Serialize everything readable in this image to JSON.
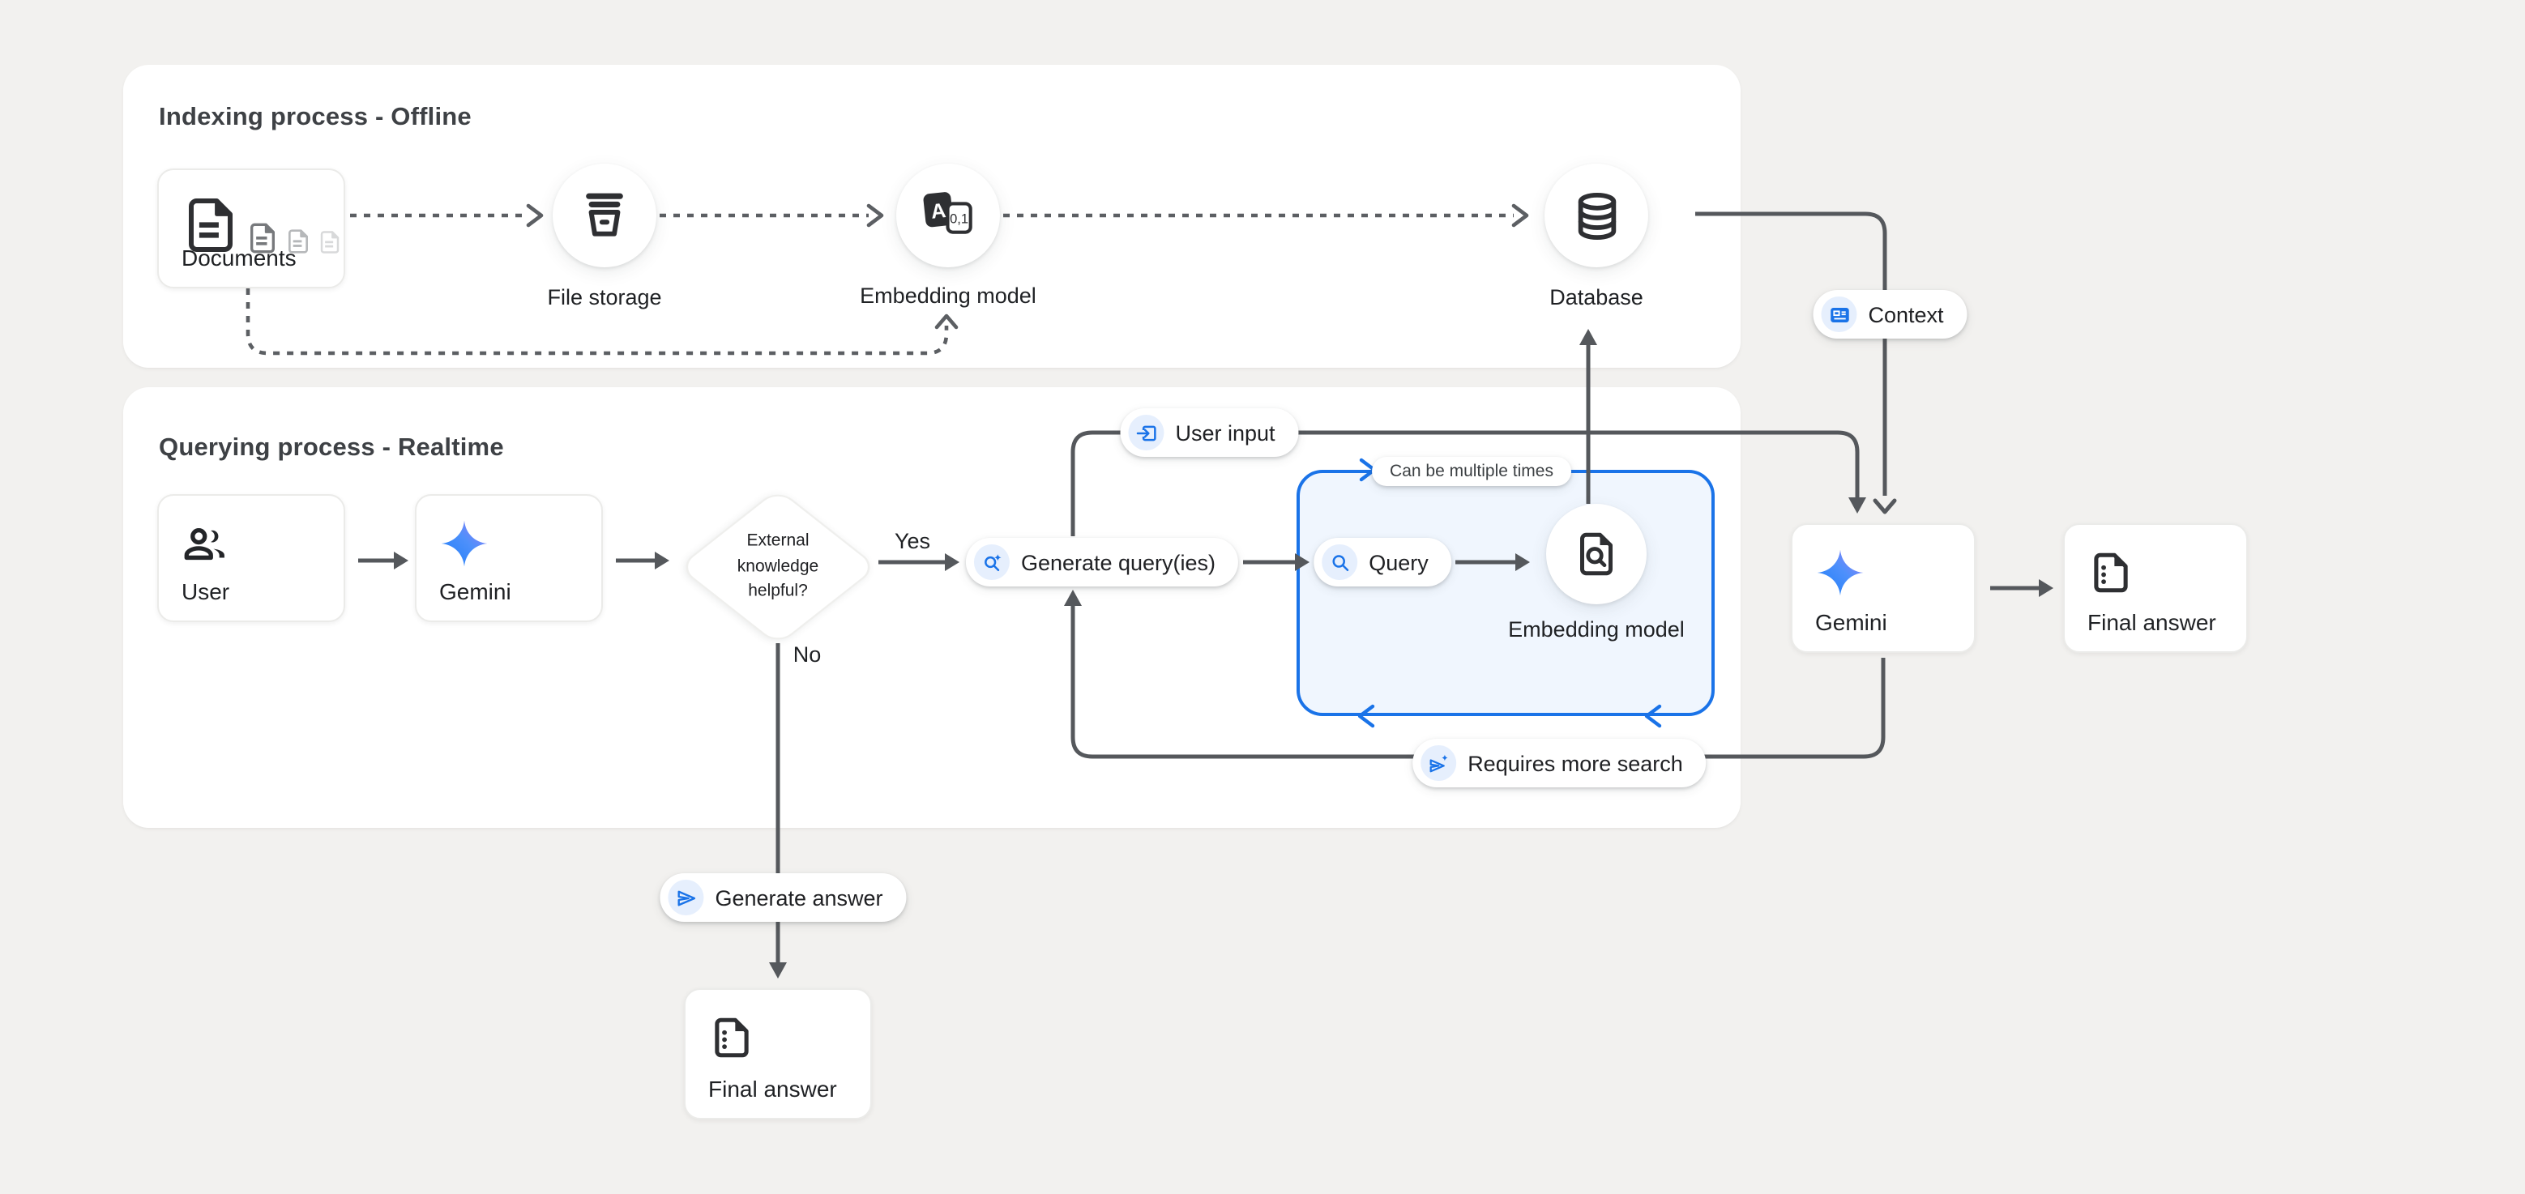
{
  "colors": {
    "background": "#f2f1ef",
    "panel": "#ffffff",
    "accent_blue": "#1a73e8",
    "blue_box_fill": "#f0f6fe",
    "icon_chip_bg": "#e6effd",
    "line_dark": "#55585c",
    "line_dashed": "#5c5f63",
    "text_primary": "#1f2124",
    "text_heading": "#3e4145"
  },
  "icons": {
    "documents": "document-stack",
    "file_storage": "storage-bucket",
    "embedding_model_top": "letter-a-to-numbers",
    "database": "database-cylinder",
    "user": "people-group",
    "gemini": "gemini-sparkle",
    "generate_queries": "search-sparkle",
    "query": "search-magnifier",
    "user_input": "input-arrow-box",
    "context": "article-card",
    "requires_more_search": "send-sparkle",
    "generate_answer": "send-plane",
    "loop_embedding_model": "document-search",
    "final_answer": "summarize-document"
  },
  "indexing": {
    "title": "Indexing process - Offline",
    "documents_label": "Documents",
    "file_storage_label": "File storage",
    "embedding_model_label": "Embedding model",
    "database_label": "Database"
  },
  "querying": {
    "title": "Querying process - Realtime",
    "user_label": "User",
    "gemini_label": "Gemini",
    "decision_text": "External knowledge helpful?",
    "yes_label": "Yes",
    "no_label": "No",
    "generate_queries_label": "Generate query(ies)",
    "user_input_label": "User input",
    "loop_note": "Can be multiple times",
    "query_label": "Query",
    "loop_embedding_model_label": "Embedding model",
    "context_label": "Context",
    "requires_more_search_label": "Requires more search",
    "final_gemini_label": "Gemini",
    "final_answer_label": "Final answer",
    "generate_answer_label": "Generate answer",
    "final_answer_bottom_label": "Final answer"
  }
}
